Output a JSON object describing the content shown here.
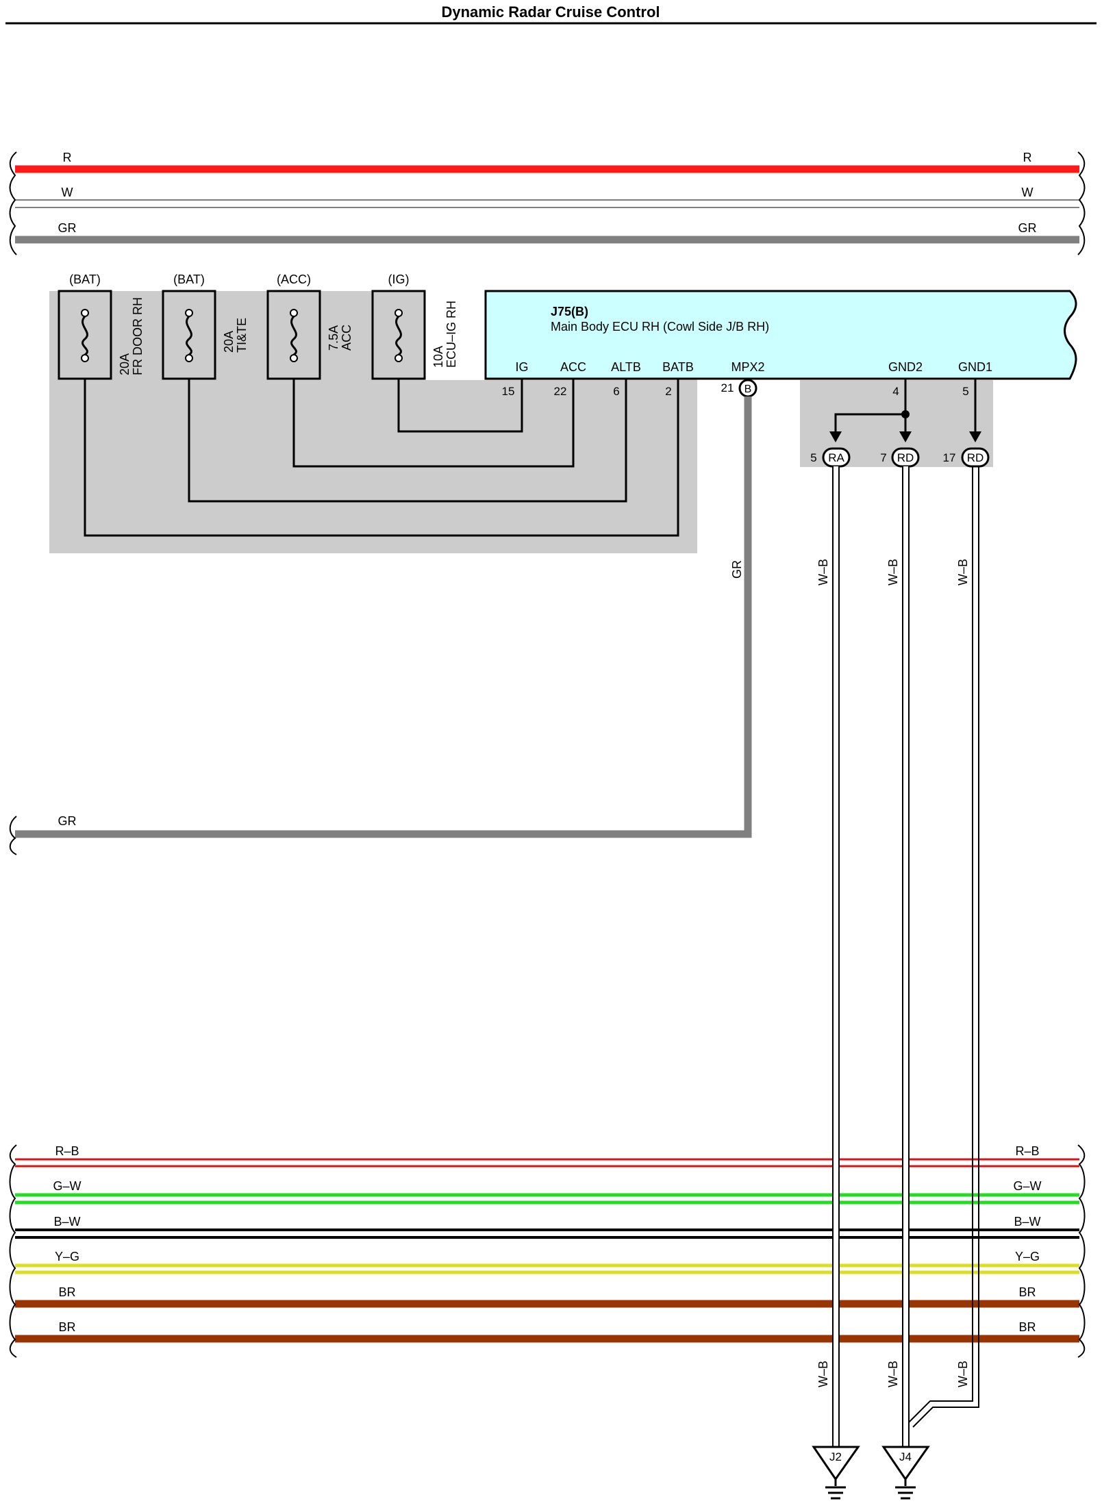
{
  "title": "Dynamic Radar Cruise Control",
  "top_wires": [
    {
      "label": "R",
      "color": "#ff1a1a",
      "style": "solid"
    },
    {
      "label": "W",
      "color": "#ffffff",
      "style": "double"
    },
    {
      "label": "GR",
      "color": "#808080",
      "style": "solid"
    }
  ],
  "fuses": [
    {
      "source": "(BAT)",
      "rating": "20A",
      "name": "FR DOOR RH"
    },
    {
      "source": "(BAT)",
      "rating": "20A",
      "name": "TI&TE"
    },
    {
      "source": "(ACC)",
      "rating": "7.5A",
      "name": "ACC"
    },
    {
      "source": "(IG)",
      "rating": "10A",
      "name": "ECU–IG RH"
    }
  ],
  "ecu": {
    "id": "J75(B)",
    "name": "Main Body ECU RH (Cowl Side J/B RH)",
    "terminals": [
      {
        "name": "IG",
        "pin": "15"
      },
      {
        "name": "ACC",
        "pin": "22"
      },
      {
        "name": "ALTB",
        "pin": "6"
      },
      {
        "name": "BATB",
        "pin": "2"
      },
      {
        "name": "MPX2",
        "pin": "21",
        "connector": "B"
      },
      {
        "name": "GND2",
        "pin": "4"
      },
      {
        "name": "GND1",
        "pin": "5"
      }
    ]
  },
  "junction_connectors": [
    {
      "pin": "5",
      "code": "RA"
    },
    {
      "pin": "7",
      "code": "RD"
    },
    {
      "pin": "17",
      "code": "RD"
    }
  ],
  "wire_labels": {
    "mpx2": "GR",
    "ground_wire": "W–B"
  },
  "mid_wire": {
    "label": "GR",
    "color": "#808080"
  },
  "bottom_wires": [
    {
      "label": "R–B",
      "color": "#dd1111",
      "style": "double"
    },
    {
      "label": "G–W",
      "color": "#22dd22",
      "style": "double"
    },
    {
      "label": "B–W",
      "color": "#000000",
      "style": "double"
    },
    {
      "label": "Y–G",
      "color": "#dddd22",
      "style": "double"
    },
    {
      "label": "BR",
      "color": "#993300",
      "style": "solid"
    },
    {
      "label": "BR",
      "color": "#993300",
      "style": "solid"
    }
  ],
  "grounds": [
    {
      "label": "J2"
    },
    {
      "label": "J4"
    }
  ]
}
